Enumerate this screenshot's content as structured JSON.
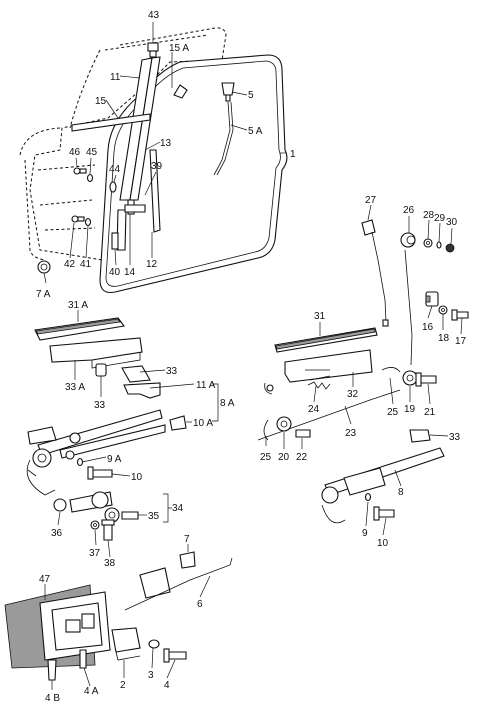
{
  "callouts": [
    {
      "id": "43",
      "text": "43"
    },
    {
      "id": "15A",
      "text": "15 A"
    },
    {
      "id": "11-top",
      "text": "11"
    },
    {
      "id": "15",
      "text": "15"
    },
    {
      "id": "13",
      "text": "13"
    },
    {
      "id": "5",
      "text": "5"
    },
    {
      "id": "5A",
      "text": "5 A"
    },
    {
      "id": "1",
      "text": "1"
    },
    {
      "id": "46",
      "text": "46"
    },
    {
      "id": "45",
      "text": "45"
    },
    {
      "id": "44",
      "text": "44"
    },
    {
      "id": "39",
      "text": "39"
    },
    {
      "id": "42",
      "text": "42"
    },
    {
      "id": "41",
      "text": "41"
    },
    {
      "id": "40",
      "text": "40"
    },
    {
      "id": "14",
      "text": "14"
    },
    {
      "id": "12",
      "text": "12"
    },
    {
      "id": "7A",
      "text": "7 A"
    },
    {
      "id": "27",
      "text": "27"
    },
    {
      "id": "26",
      "text": "26"
    },
    {
      "id": "28",
      "text": "28"
    },
    {
      "id": "29",
      "text": "29"
    },
    {
      "id": "30",
      "text": "30"
    },
    {
      "id": "16",
      "text": "16"
    },
    {
      "id": "18",
      "text": "18"
    },
    {
      "id": "17",
      "text": "17"
    },
    {
      "id": "31A",
      "text": "31 A"
    },
    {
      "id": "33A",
      "text": "33 A"
    },
    {
      "id": "33-a",
      "text": "33"
    },
    {
      "id": "33-b",
      "text": "33"
    },
    {
      "id": "11A",
      "text": "11 A"
    },
    {
      "id": "8A",
      "text": "8 A"
    },
    {
      "id": "10A",
      "text": "10 A"
    },
    {
      "id": "31",
      "text": "31"
    },
    {
      "id": "32",
      "text": "32"
    },
    {
      "id": "24",
      "text": "24"
    },
    {
      "id": "25-a",
      "text": "25"
    },
    {
      "id": "19",
      "text": "19"
    },
    {
      "id": "21",
      "text": "21"
    },
    {
      "id": "23",
      "text": "23"
    },
    {
      "id": "25-b",
      "text": "25"
    },
    {
      "id": "20",
      "text": "20"
    },
    {
      "id": "22",
      "text": "22"
    },
    {
      "id": "33-c",
      "text": "33"
    },
    {
      "id": "8",
      "text": "8"
    },
    {
      "id": "9A",
      "text": "9 A"
    },
    {
      "id": "10-a",
      "text": "10"
    },
    {
      "id": "34",
      "text": "34"
    },
    {
      "id": "35",
      "text": "35"
    },
    {
      "id": "36",
      "text": "36"
    },
    {
      "id": "37",
      "text": "37"
    },
    {
      "id": "38",
      "text": "38"
    },
    {
      "id": "9",
      "text": "9"
    },
    {
      "id": "10-b",
      "text": "10"
    },
    {
      "id": "7",
      "text": "7"
    },
    {
      "id": "6",
      "text": "6"
    },
    {
      "id": "47",
      "text": "47"
    },
    {
      "id": "4B",
      "text": "4 B"
    },
    {
      "id": "4A",
      "text": "4 A"
    },
    {
      "id": "2",
      "text": "2"
    },
    {
      "id": "3",
      "text": "3"
    },
    {
      "id": "4",
      "text": "4"
    }
  ]
}
